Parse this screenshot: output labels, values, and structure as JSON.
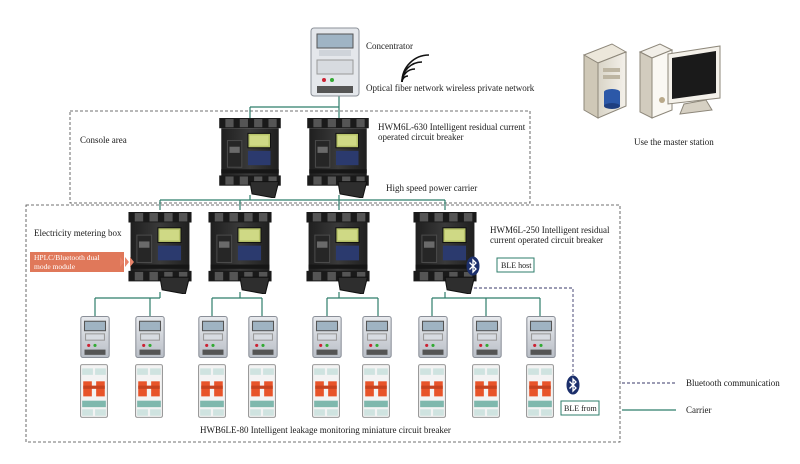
{
  "labels": {
    "concentrator": "Concentrator",
    "network": "Optical fiber network wireless private network",
    "master_station": "Use the master station",
    "console_area": "Console area",
    "hwm630_line1": "HWM6L-630 Intelligent residual current",
    "hwm630_line2": "operated circuit breaker",
    "high_speed_carrier": "High speed power carrier",
    "metering_box": "Electricity metering box",
    "hwm250_line1": "HWM6L-250 Intelligent residual",
    "hwm250_line2": "current operated circuit breaker",
    "hplc_line1": "HPLC/Bluetooth dual",
    "hplc_line2": "mode module",
    "ble_host": "BLE host",
    "ble_from": "BLE from",
    "bluetooth_comm": "Bluetooth communication",
    "carrier": "Carrier",
    "hwb": "HWB6LE-80 Intelligent leakage monitoring miniature circuit breaker"
  },
  "colors": {
    "carrier_line": "#2e7d6b",
    "bluetooth_line": "#3a3a6a",
    "hplc_tag": "#e0785a",
    "breaker_body": "#2a2a2a",
    "mcb_orange": "#e8542a"
  },
  "icons": {
    "wireless": "wifi-signal-icon",
    "bluetooth": "bluetooth-icon",
    "arrows": "triple-chevron-icon"
  }
}
